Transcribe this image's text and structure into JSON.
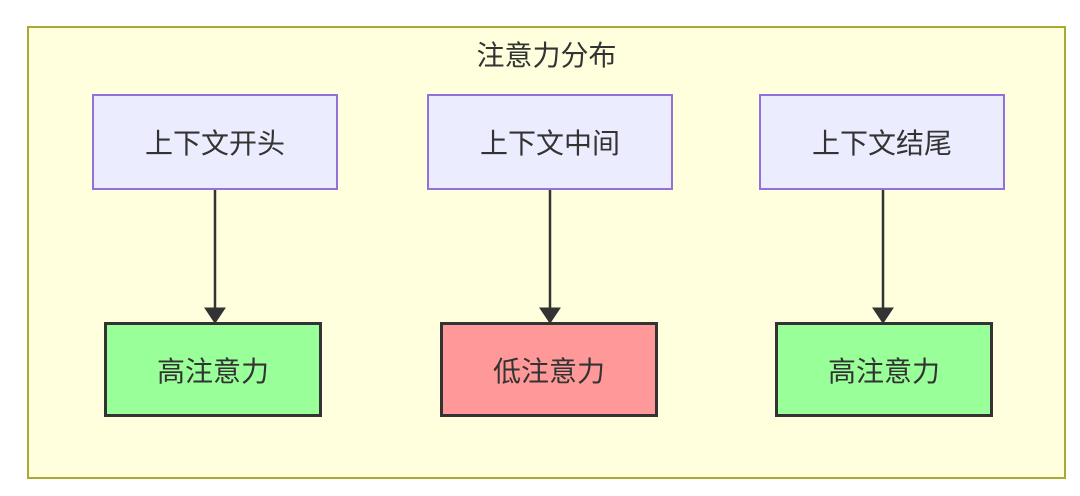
{
  "diagram": {
    "title": "注意力分布",
    "flows": [
      {
        "source": "上下文开头",
        "target": "高注意力",
        "level": "high"
      },
      {
        "source": "上下文中间",
        "target": "低注意力",
        "level": "low"
      },
      {
        "source": "上下文结尾",
        "target": "高注意力",
        "level": "high"
      }
    ],
    "colors": {
      "container_fill": "#ffffde",
      "container_border": "#aaaa33",
      "source_fill": "#ececff",
      "source_border": "#9370db",
      "high_attention_fill": "#99ff99",
      "low_attention_fill": "#ff9999",
      "result_border": "#333333",
      "text": "#333333",
      "arrow": "#333333"
    }
  }
}
